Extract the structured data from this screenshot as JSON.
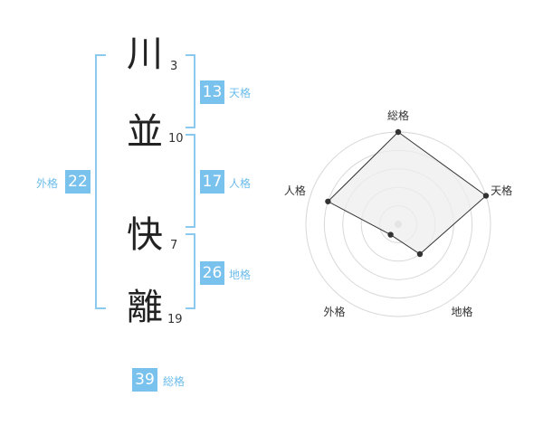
{
  "name": {
    "characters": [
      {
        "char": "川",
        "strokes": "3"
      },
      {
        "char": "並",
        "strokes": "10"
      },
      {
        "char": "快",
        "strokes": "7"
      },
      {
        "char": "離",
        "strokes": "19"
      }
    ]
  },
  "fortunes": {
    "tenkaku": {
      "value": "13",
      "label": "天格"
    },
    "jinkaku": {
      "value": "17",
      "label": "人格"
    },
    "chikaku": {
      "value": "26",
      "label": "地格"
    },
    "gaikaku": {
      "value": "22",
      "label": "外格"
    },
    "soukaku": {
      "value": "39",
      "label": "総格"
    }
  },
  "radar": {
    "axes": [
      "総格",
      "天格",
      "地格",
      "外格",
      "人格"
    ],
    "values": [
      5,
      5,
      2,
      0.7,
      4
    ],
    "max": 5,
    "rings": 5,
    "fill_color": "#eeeeee",
    "line_color": "#333333",
    "ring_color": "#d8d8d8"
  },
  "colors": {
    "accent": "#79c2ee",
    "bracket": "#8cc9ef"
  }
}
